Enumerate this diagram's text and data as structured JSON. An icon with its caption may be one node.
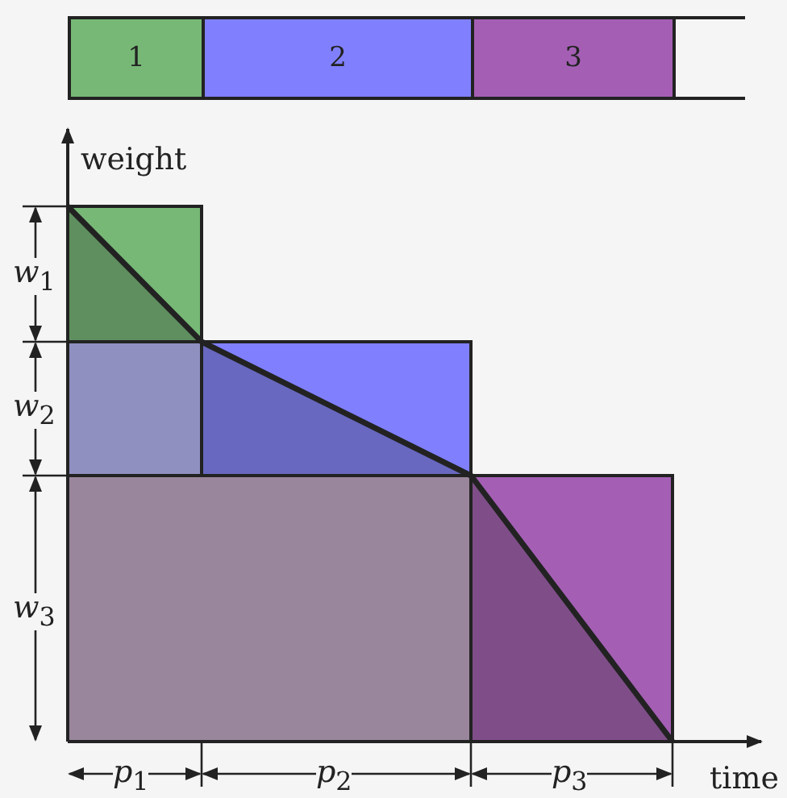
{
  "diagram": {
    "nodes": [
      {
        "text": [
          "1"
        ]
      },
      {
        "text": [
          "2"
        ]
      },
      {
        "text": [
          "3"
        ]
      },
      {
        "text": [],
        "shape": "box"
      }
    ],
    "edges": [],
    "labels": [
      "weight",
      "*w*$_{1}$",
      "*w*$_{2}$",
      "*w*$_{3}$",
      "*p*$_{1}$",
      "*p*$_{2}$",
      "*p*$_{3}$",
      "time"
    ]
  }
}
